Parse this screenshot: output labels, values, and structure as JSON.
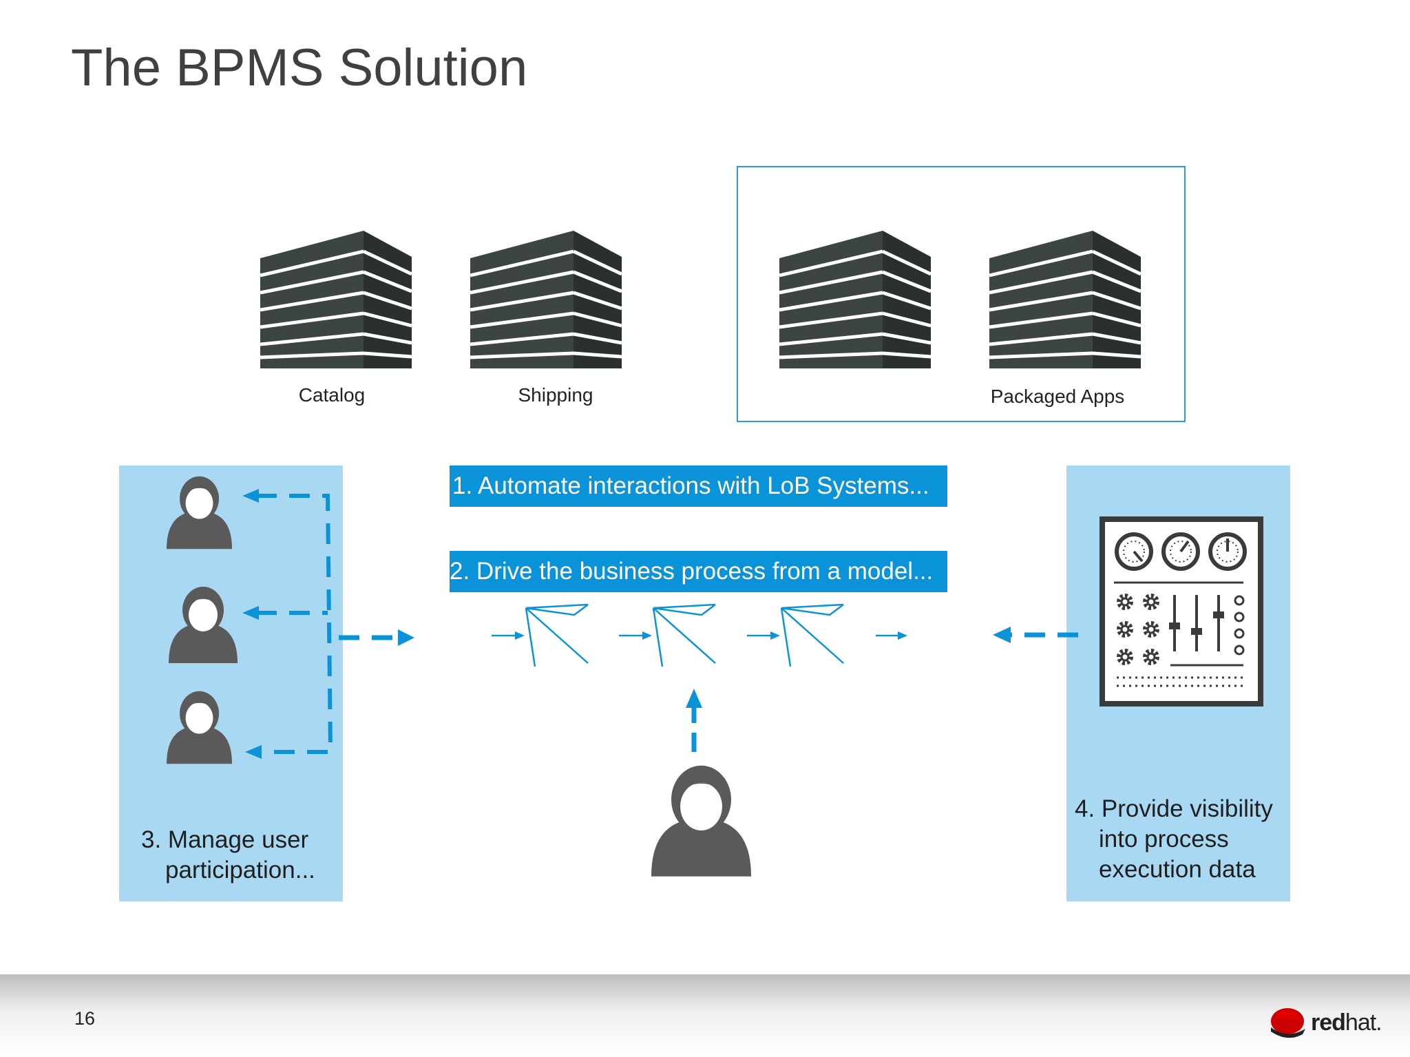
{
  "slide": {
    "title": "The BPMS Solution",
    "page_number": "16"
  },
  "systems": [
    {
      "label": "Catalog"
    },
    {
      "label": "Shipping"
    },
    {
      "label": "Packaged Apps"
    }
  ],
  "steps": {
    "automate": "1. Automate interactions with LoB Systems...",
    "drive": "2. Drive the business process from a model...",
    "manage_line1": "3. Manage user",
    "manage_line2": "participation...",
    "visibility_line1": "4. Provide visibility",
    "visibility_line2": "into process",
    "visibility_line3": "execution data"
  },
  "brand": {
    "bold": "red",
    "light": "hat."
  },
  "colors": {
    "accent": "#0b93d9",
    "panel": "#a9d9f2",
    "building": "#3d4543",
    "person": "#5a5a5a",
    "redhat": "#cc0000"
  },
  "icons": [
    "building-icon",
    "person-icon",
    "dashboard-icon",
    "process-flow-icon",
    "redhat-logo-icon"
  ]
}
